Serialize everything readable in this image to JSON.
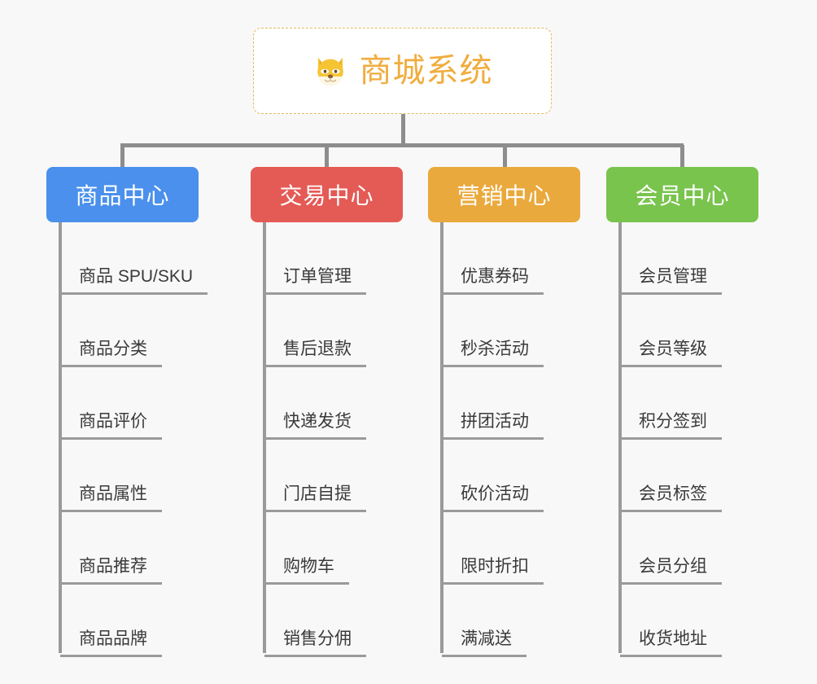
{
  "diagram": {
    "type": "org-chart",
    "background_color": "#f8f8f8",
    "root": {
      "title": "商城系统",
      "icon": "dog-face-icon",
      "text_color": "#f0ad3e",
      "border_color": "#e8b760",
      "background_color": "#ffffff"
    },
    "connector_color": "#8d8d8d",
    "branches": [
      {
        "label": "商品中心",
        "color": "#4a90ec",
        "items": [
          "商品 SPU/SKU",
          "商品分类",
          "商品评价",
          "商品属性",
          "商品推荐",
          "商品品牌"
        ]
      },
      {
        "label": "交易中心",
        "color": "#e45a55",
        "items": [
          "订单管理",
          "售后退款",
          "快递发货",
          "门店自提",
          "购物车",
          "销售分佣"
        ]
      },
      {
        "label": "营销中心",
        "color": "#eaa93c",
        "items": [
          "优惠券码",
          "秒杀活动",
          "拼团活动",
          "砍价活动",
          "限时折扣",
          "满减送"
        ]
      },
      {
        "label": "会员中心",
        "color": "#79c44d",
        "items": [
          "会员管理",
          "会员等级",
          "积分签到",
          "会员标签",
          "会员分组",
          "收货地址"
        ]
      }
    ]
  }
}
